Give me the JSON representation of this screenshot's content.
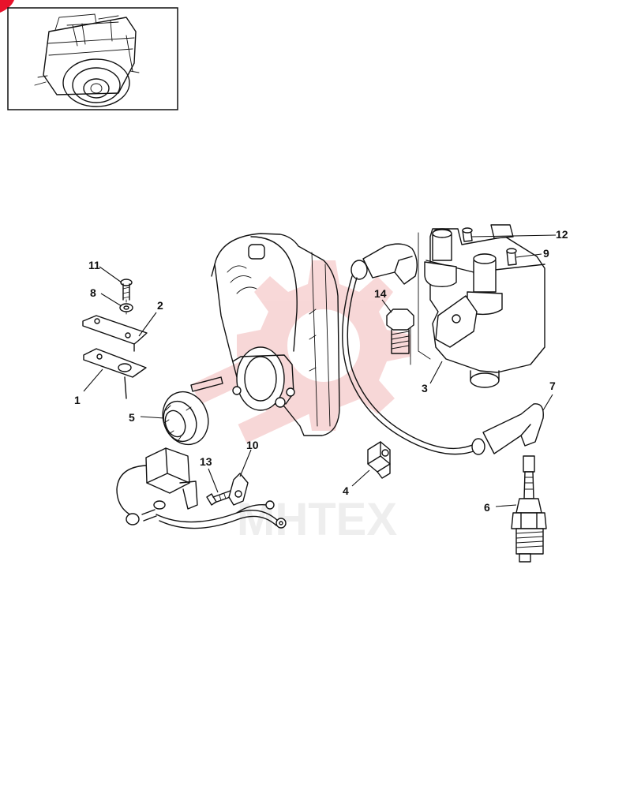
{
  "diagram": {
    "watermark_text": "MHTEX",
    "colors": {
      "ink": "#111111",
      "watermark_red": "#f2b8b8",
      "watermark_gray": "#cfcfcf",
      "corner_tab": "#e8122b"
    },
    "callouts": [
      {
        "id": "c1",
        "label": "1"
      },
      {
        "id": "c2",
        "label": "2"
      },
      {
        "id": "c3",
        "label": "3"
      },
      {
        "id": "c4",
        "label": "4"
      },
      {
        "id": "c5",
        "label": "5"
      },
      {
        "id": "c6",
        "label": "6"
      },
      {
        "id": "c7",
        "label": "7"
      },
      {
        "id": "c8",
        "label": "8"
      },
      {
        "id": "c9",
        "label": "9"
      },
      {
        "id": "c10",
        "label": "10"
      },
      {
        "id": "c11",
        "label": "11"
      },
      {
        "id": "c12",
        "label": "12"
      },
      {
        "id": "c13",
        "label": "13"
      },
      {
        "id": "c14",
        "label": "14"
      }
    ]
  }
}
